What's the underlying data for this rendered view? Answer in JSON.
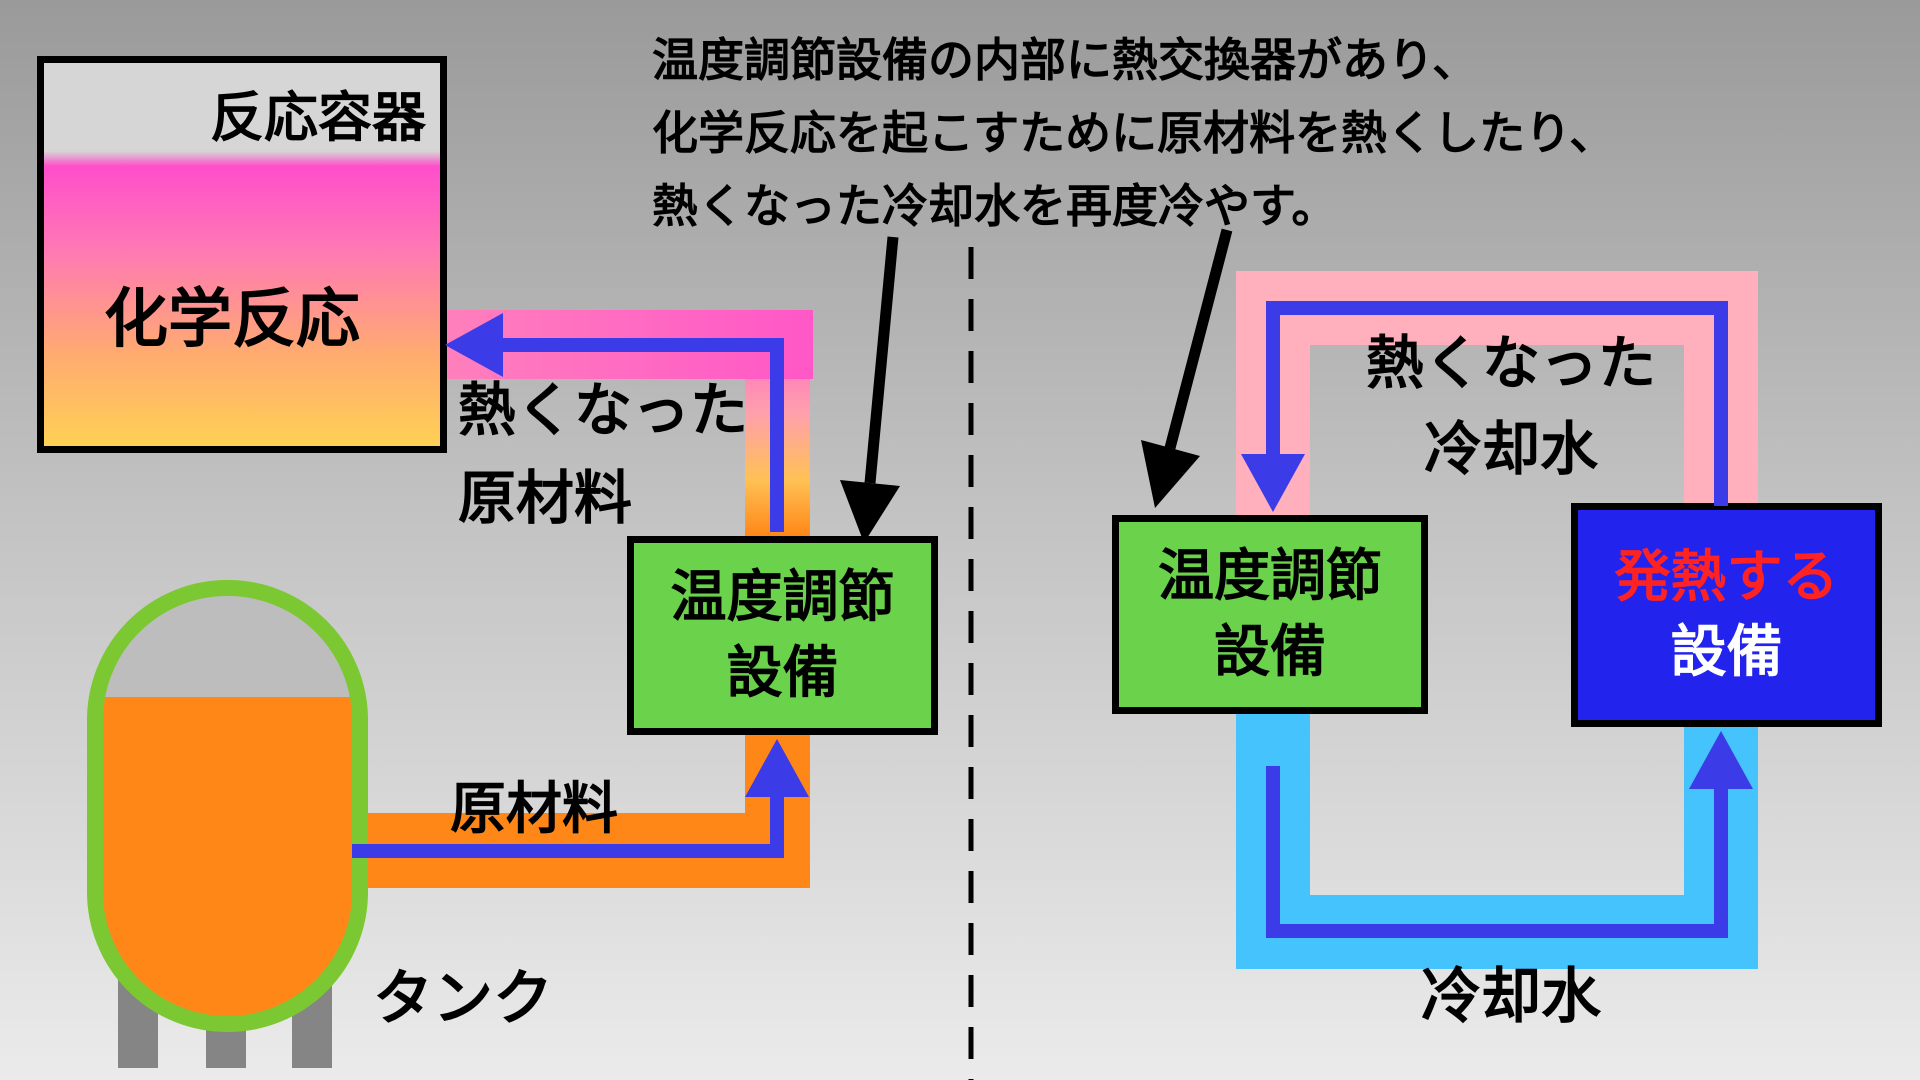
{
  "note": {
    "line1": "温度調節設備の内部に熱交換器があり、",
    "line2": "化学反応を起こすために原材料を熱くしたり、",
    "line3": "熱くなった冷却水を再度冷やす。"
  },
  "left_diagram": {
    "vessel_title": "反応容器",
    "vessel_content": "化学反応",
    "hot_material_line1": "熱くなった",
    "hot_material_line2": "原材料",
    "temp_control_line1": "温度調節",
    "temp_control_line2": "設備",
    "raw_material_label": "原材料",
    "tank_label": "タンク"
  },
  "right_diagram": {
    "hot_coolant_line1": "熱くなった",
    "hot_coolant_line2": "冷却水",
    "temp_control_line1": "温度調節",
    "temp_control_line2": "設備",
    "heat_source_line1": "発熱する",
    "heat_source_line2": "設備",
    "coolant_label": "冷却水"
  },
  "colors": {
    "green_box": "#6bd24b",
    "blue_box": "#2323ee",
    "orange_pipe": "#ff8718",
    "pink_pipe": "#ffb0bc",
    "cyan_pipe": "#44c3fc",
    "magenta_pipe": "#ff57c7",
    "flow_arrow_blue": "#3b3be8",
    "heat_text_red": "#ff2222",
    "tank_outline_green": "#7bc832",
    "tank_fill_orange": "#ff8718"
  }
}
